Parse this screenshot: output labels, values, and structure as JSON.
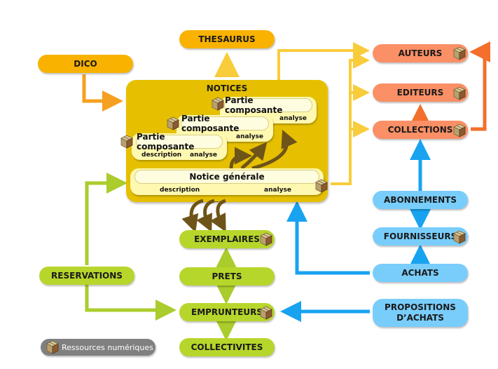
{
  "nodes": {
    "thesaurus": "THESAURUS",
    "dico": "DICO",
    "notices": "NOTICES",
    "auteurs": "AUTEURS",
    "editeurs": "EDITEURS",
    "collections": "COLLECTIONS",
    "abonnements": "ABONNEMENTS",
    "fournisseurs": "FOURNISSEURS",
    "achats": "ACHATS",
    "propositions_line1": "PROPOSITIONS",
    "propositions_line2": "D’ACHATS",
    "exemplaires": "EXEMPLAIRES",
    "prets": "PRETS",
    "reservations": "RESERVATIONS",
    "emprunteurs": "EMPRUNTEURS",
    "collectivites": "COLLECTIVITES"
  },
  "notices_cards": {
    "partie_1": {
      "title": "Partie composante",
      "analyse": "analyse"
    },
    "partie_2": {
      "title": "Partie composante",
      "analyse": "analyse"
    },
    "partie_3": {
      "title": "Partie composante",
      "description": "description",
      "analyse": "analyse"
    },
    "generale": {
      "title": "Notice générale",
      "description": "description",
      "analyse": "analyse"
    }
  },
  "legend": {
    "label": "Ressources numériques",
    "icon": "box-icon"
  },
  "colors": {
    "orange": "#f9b200",
    "yellow_arrow": "#f8cc3a",
    "salmon": "#fb8f65",
    "salmon_arrow": "#f36f2b",
    "blue": "#79cdfb",
    "blue_arrow": "#18a3f1",
    "green": "#b7d62b",
    "notices_bg": "#e6c000",
    "grey": "#808080"
  }
}
